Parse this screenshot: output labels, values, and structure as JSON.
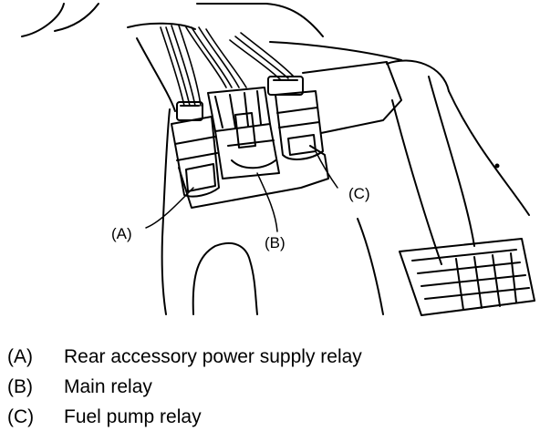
{
  "diagram": {
    "callouts": [
      {
        "id": "A",
        "label": "(A)"
      },
      {
        "id": "B",
        "label": "(B)"
      },
      {
        "id": "C",
        "label": "(C)"
      }
    ]
  },
  "legend": {
    "items": [
      {
        "key": "(A)",
        "text": "Rear accessory power supply relay"
      },
      {
        "key": "(B)",
        "text": "Main relay"
      },
      {
        "key": "(C)",
        "text": "Fuel pump relay"
      }
    ]
  }
}
